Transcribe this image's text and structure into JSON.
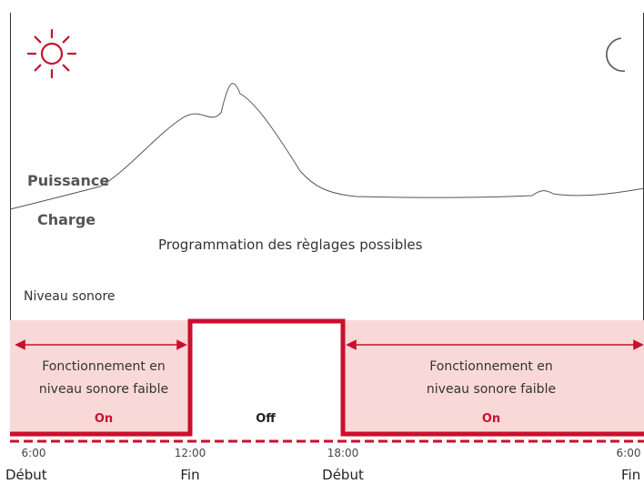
{
  "labels": {
    "puissance": "Puissance",
    "charge": "Charge",
    "programmation": "Programmation des règlages possibles",
    "niveau_sonore": "Niveau sonore"
  },
  "icons": {
    "day": "sun-icon",
    "night": "moon-icon"
  },
  "segments": [
    {
      "line1": "Fonctionnement en",
      "line2": "niveau sonore faible",
      "state": "On"
    },
    {
      "state": "Off"
    },
    {
      "line1": "Fonctionnement en",
      "line2": "niveau sonore faible",
      "state": "On"
    }
  ],
  "times": [
    "6:00",
    "12:00",
    "18:00",
    "6:00"
  ],
  "edges": [
    "Début",
    "Fin",
    "Début",
    "Fin"
  ],
  "colors": {
    "accent": "#c8102e",
    "zone_fill": "#f9d9d7",
    "curve": "#555555"
  }
}
